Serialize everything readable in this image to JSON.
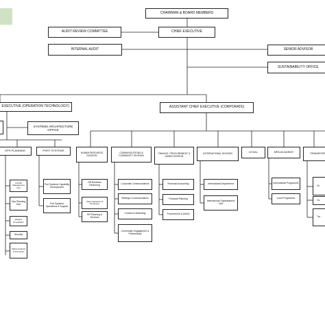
{
  "colors": {
    "accent": "#cfe3c4",
    "line": "#222222"
  },
  "top": {
    "chairman": "CHAIRMAN & BOARD MEMBERS",
    "chief_executive": "CHIEF EXECUTIVE",
    "audit_review_committee": "AUDIT REVIEW COMMITTEE",
    "internal_audit": "INTERNAL AUDIT",
    "senior_advisor": "SENIOR ADVISOR",
    "sustainability_office": "SUSTAINABILITY OFFICE"
  },
  "ace_operation_technology": "EXECUTIVE (OPERATION TECHNOLOGY)",
  "ace_corporate": "ASSISTANT CHIEF EXECUTIVE (CORPORATE)",
  "systems_architecture_office": "SYSTEMS ARCHITECTURE OFFICE",
  "divisions": {
    "ops_planning": "OPS PLANNING",
    "port_systems": "PORT SYSTEMS",
    "human_resource": "HUMAN RESOURCE DIVISION",
    "communications": "COMMUNICATIONS & COMMUNITY DIVISION",
    "finance": "FINANCE, PROCUREMENT & ADMIN DIVISION",
    "international": "INTERNATIONAL DIVISION",
    "legal": "LEGAL",
    "mpa_academy": "MPA ACADEMY",
    "transformation": "TRANSFOR"
  },
  "units": {
    "ops_planning": [
      "COVID Management Unit",
      "Ops Planning Hub",
      "Margins Preparation",
      "Security",
      "Safety Analysis & Promotion"
    ],
    "port_systems": [
      "Port Systems Capability Development",
      "Port Systems Operations & Support"
    ],
    "human_resource": [
      "HR Business Partnering",
      "Talent Attraction & Employee",
      "HR Planning & Services"
    ],
    "communications": [
      "Corporate Communications",
      "Strategic Communications",
      "Content & Marketing",
      "Community Engagement & Partnerships"
    ],
    "finance": [
      "Financial Accounting",
      "Financial Planning",
      "Procurement & Admin"
    ],
    "international": [
      "International Department",
      "International Organisations Unit"
    ],
    "mpa_academy": [
      "International Programme",
      "Local Programme"
    ],
    "transformation": [
      "Ch",
      "Go",
      "Tra"
    ]
  }
}
